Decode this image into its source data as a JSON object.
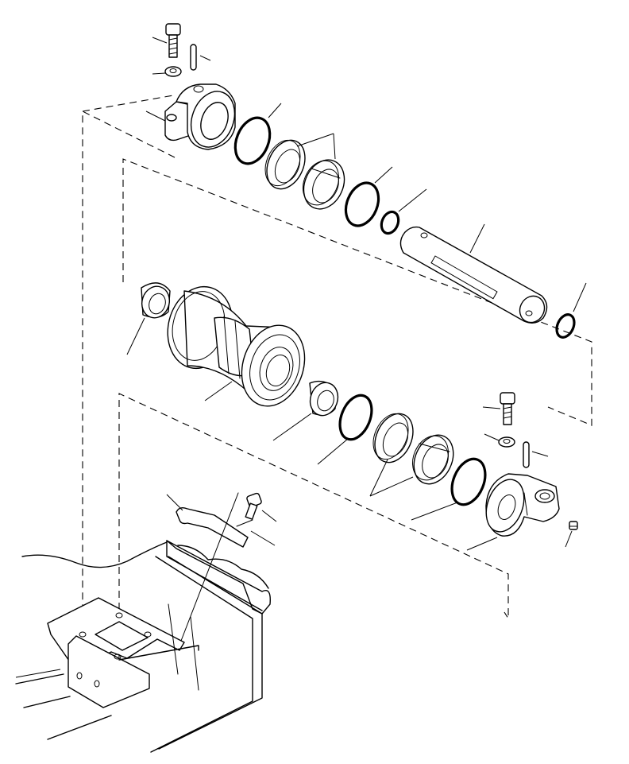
{
  "diagram": {
    "kind": "exploded-parts-view",
    "subject_icon": "track-roller-assembly-icon",
    "parts": [
      "bolt-top",
      "washer-top",
      "pin-top",
      "bracket-top",
      "o-ring-1",
      "seal-ring-1",
      "seal-ring-2",
      "o-ring-2",
      "o-ring-small",
      "shaft",
      "o-ring-shaft-end",
      "bushing-left",
      "roller",
      "bushing-right",
      "o-ring-3",
      "seal-ring-3",
      "seal-ring-4",
      "o-ring-4",
      "bolt-right",
      "washer-right",
      "pin-right",
      "bracket-right",
      "grease-plug",
      "guard-plate",
      "guard-bolt",
      "guard-washer",
      "frame-mount"
    ]
  }
}
